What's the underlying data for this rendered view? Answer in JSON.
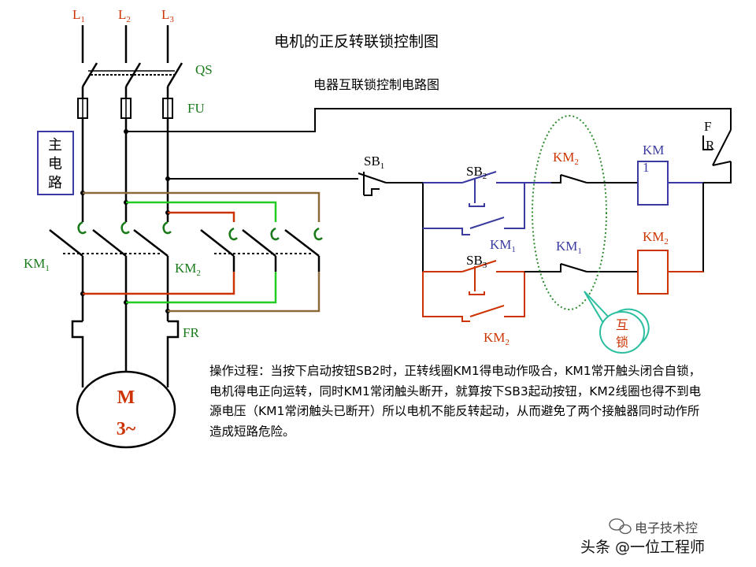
{
  "title": "电机的正反转联锁控制图",
  "subtitle": "电器互联锁控制电路图",
  "labels": {
    "L1": "L",
    "L1_sub": "1",
    "L2": "L",
    "L2_sub": "2",
    "L3": "L",
    "L3_sub": "3",
    "qs": "QS",
    "fu": "FU",
    "main_circuit": [
      "主",
      "电",
      "路"
    ],
    "km1_main": "KM",
    "km1_main_sub": "1",
    "km2_main": "KM",
    "km2_main_sub": "2",
    "fr_main": "FR",
    "motor_m": "M",
    "motor_3": "3~",
    "sb1": "SB",
    "sb1_sub": "1",
    "sb2": "SB",
    "sb2_sub": "2",
    "sb3": "SB",
    "sb3_sub": "3",
    "km2_nc": "KM",
    "km2_nc_sub": "2",
    "km1_nc": "KM",
    "km1_nc_sub": "1",
    "km1_hold": "KM",
    "km1_hold_sub": "1",
    "km2_hold": "KM",
    "km2_hold_sub": "2",
    "km1_coil": "KM",
    "km1_coil_sub": "1",
    "km2_coil": "KM",
    "km2_coil_sub": "2",
    "fr_ctrl_f": "F",
    "fr_ctrl_r": "R",
    "interlock_1": "互",
    "interlock_2": "锁"
  },
  "description": "操作过程：当按下启动按钮SB2时，正转线圈KM1得电动作吸合，KM1常开触头闭合自锁，电机得电正向运转，同时KM1常闭触头断开，就算按下SB3起动按钮，KM2线圈也得不到电源电压（KM1常闭触头已断开）所以电机不能反转起动，从而避免了两个接触器同时动作所造成短路危险。",
  "watermark": {
    "line1": "电子技术控",
    "line2": "头条 @一位工程师"
  },
  "colors": {
    "black": "#000000",
    "red": "#cc3300",
    "green": "#1a7a1a",
    "bright_green": "#22cc22",
    "blue": "#3a3aa0",
    "brown": "#8b6b3a",
    "teal": "#2bbfa0",
    "dotted_green": "#2e8b2e"
  }
}
